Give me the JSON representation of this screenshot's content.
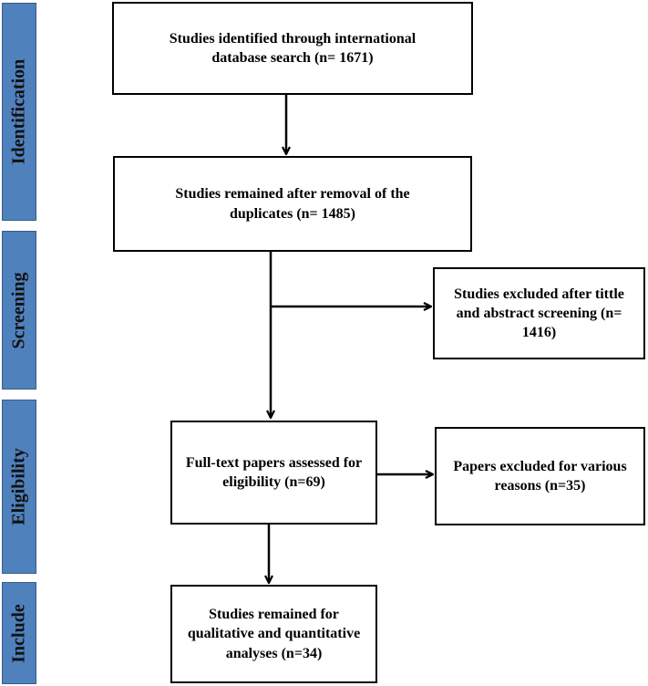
{
  "phases": {
    "identification": "Identification",
    "screening": "Screening",
    "eligibility": "Eligibility",
    "include": "Include"
  },
  "boxes": {
    "identified": "Studies identified through international database search (n= 1671)",
    "after_duplicates": "Studies remained after removal of the duplicates (n= 1485)",
    "excluded_screening": "Studies excluded after tittle and abstract screening (n= 1416)",
    "fulltext_assessed": "Full-text papers assessed for eligibility (n=69)",
    "excluded_fulltext": "Papers excluded for various reasons (n=35)",
    "included": "Studies remained for qualitative and quantitative analyses (n=34)"
  },
  "colors": {
    "phase_fill": "#4f81bd",
    "phase_border": "#385d8a",
    "box_border": "#000000",
    "arrow": "#000000"
  }
}
